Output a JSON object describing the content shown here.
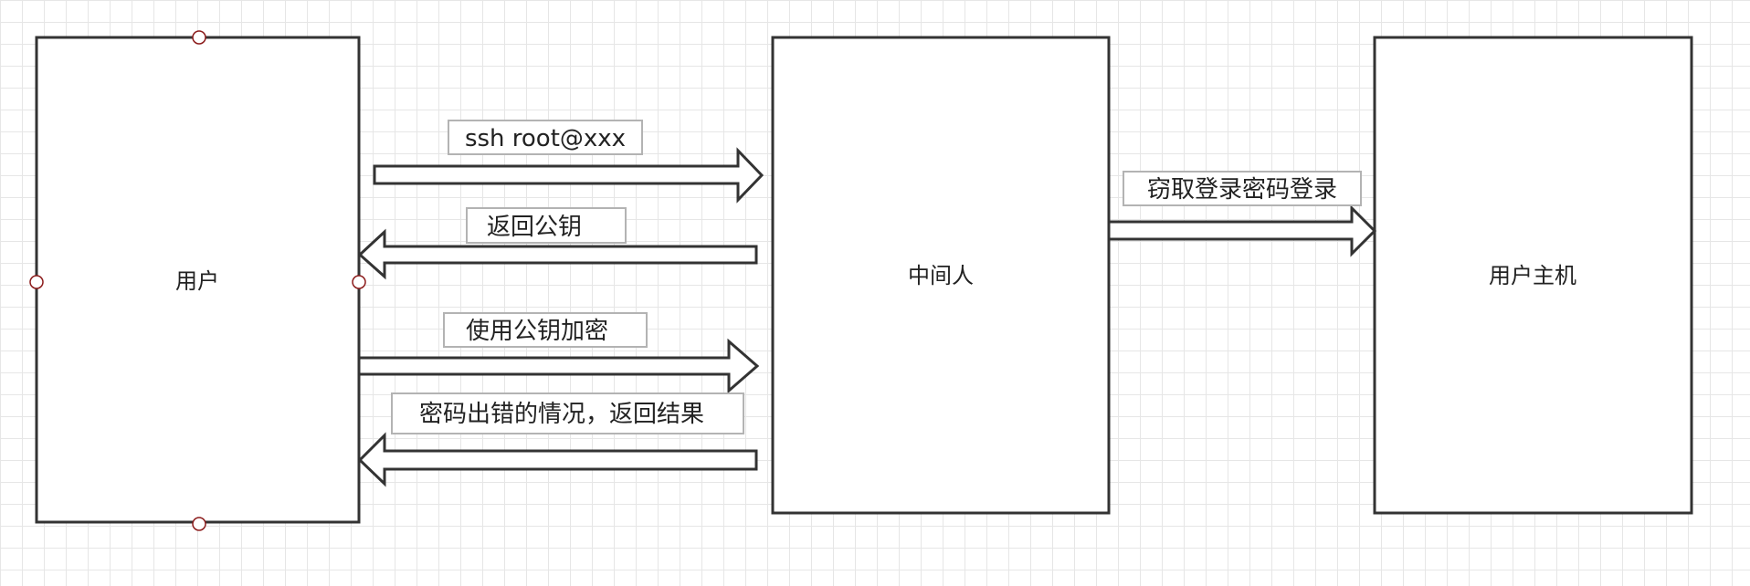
{
  "nodes": {
    "user": "用户",
    "middleman": "中间人",
    "user_host": "用户主机"
  },
  "edges": {
    "ssh_request": "ssh root@xxx",
    "return_public_key": "返回公钥",
    "encrypt_with_public_key": "使用公钥加密",
    "password_error_result": "密码出错的情况，返回结果",
    "steal_password_login": "窃取登录密码登录"
  },
  "colors": {
    "stroke": "#333333",
    "grid": "#e6e6e6",
    "label_border": "#b3b3b3",
    "handle": "#8b1a1a"
  }
}
